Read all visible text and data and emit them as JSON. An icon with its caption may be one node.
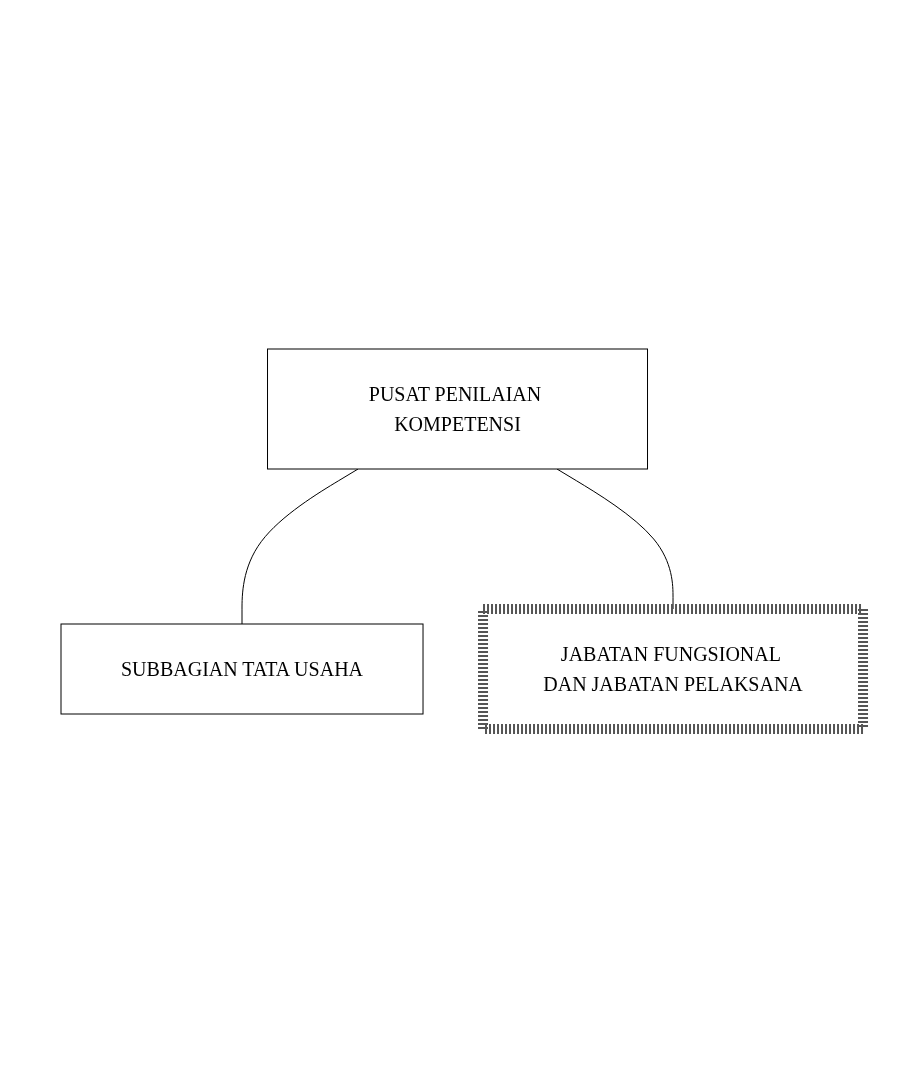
{
  "diagram": {
    "nodes": [
      {
        "text": [
          "PUSAT PENILAIAN KOMPETENSI"
        ]
      },
      {
        "text": [
          "SUBBAGIAN TATA USAHA"
        ]
      },
      {
        "text": [
          "JABATAN FUNGSIONAL DAN JABATAN PELAKSANA"
        ]
      }
    ],
    "edges": [
      {
        "from": 0,
        "to": 1,
        "arrow": "none"
      },
      {
        "from": 0,
        "to": 2,
        "arrow": "none"
      }
    ]
  }
}
